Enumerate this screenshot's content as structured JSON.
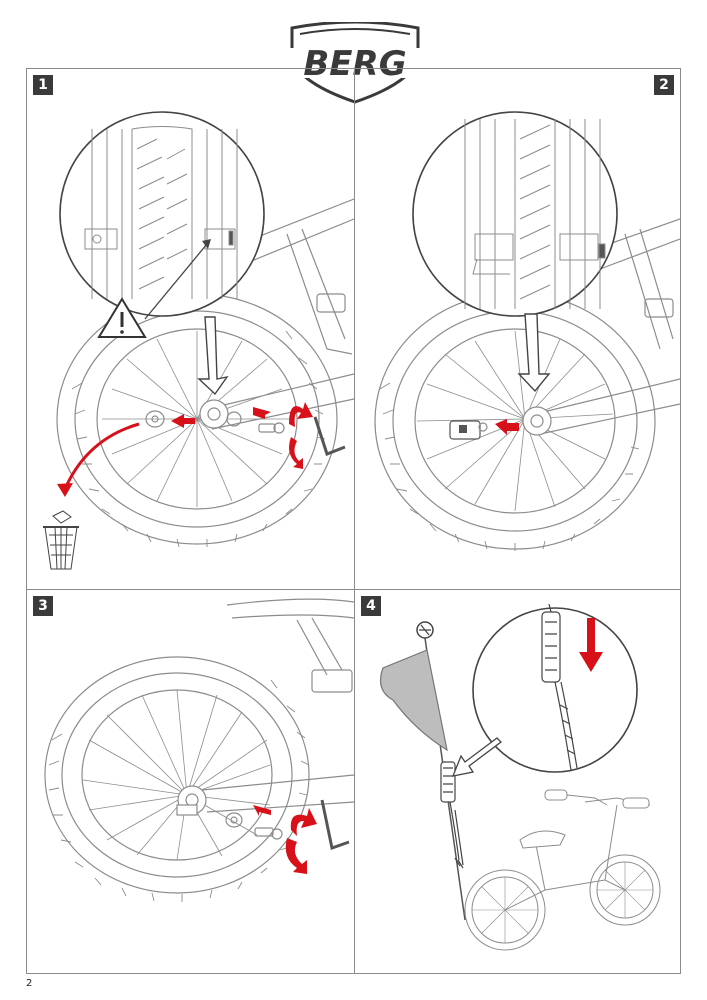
{
  "brand": {
    "name": "BERG"
  },
  "steps": [
    {
      "number": "1"
    },
    {
      "number": "2"
    },
    {
      "number": "3"
    },
    {
      "number": "4"
    }
  ],
  "icons": [
    "warning-triangle-icon",
    "trash-bin-icon",
    "allen-key-icon",
    "arrow-icon",
    "flag-icon"
  ],
  "colors": {
    "arrow": "#d7101a",
    "line": "#8c8c8c",
    "panel_border": "#8a8a8a",
    "step_badge": "#3a3a3a"
  },
  "page": {
    "number": "2"
  }
}
